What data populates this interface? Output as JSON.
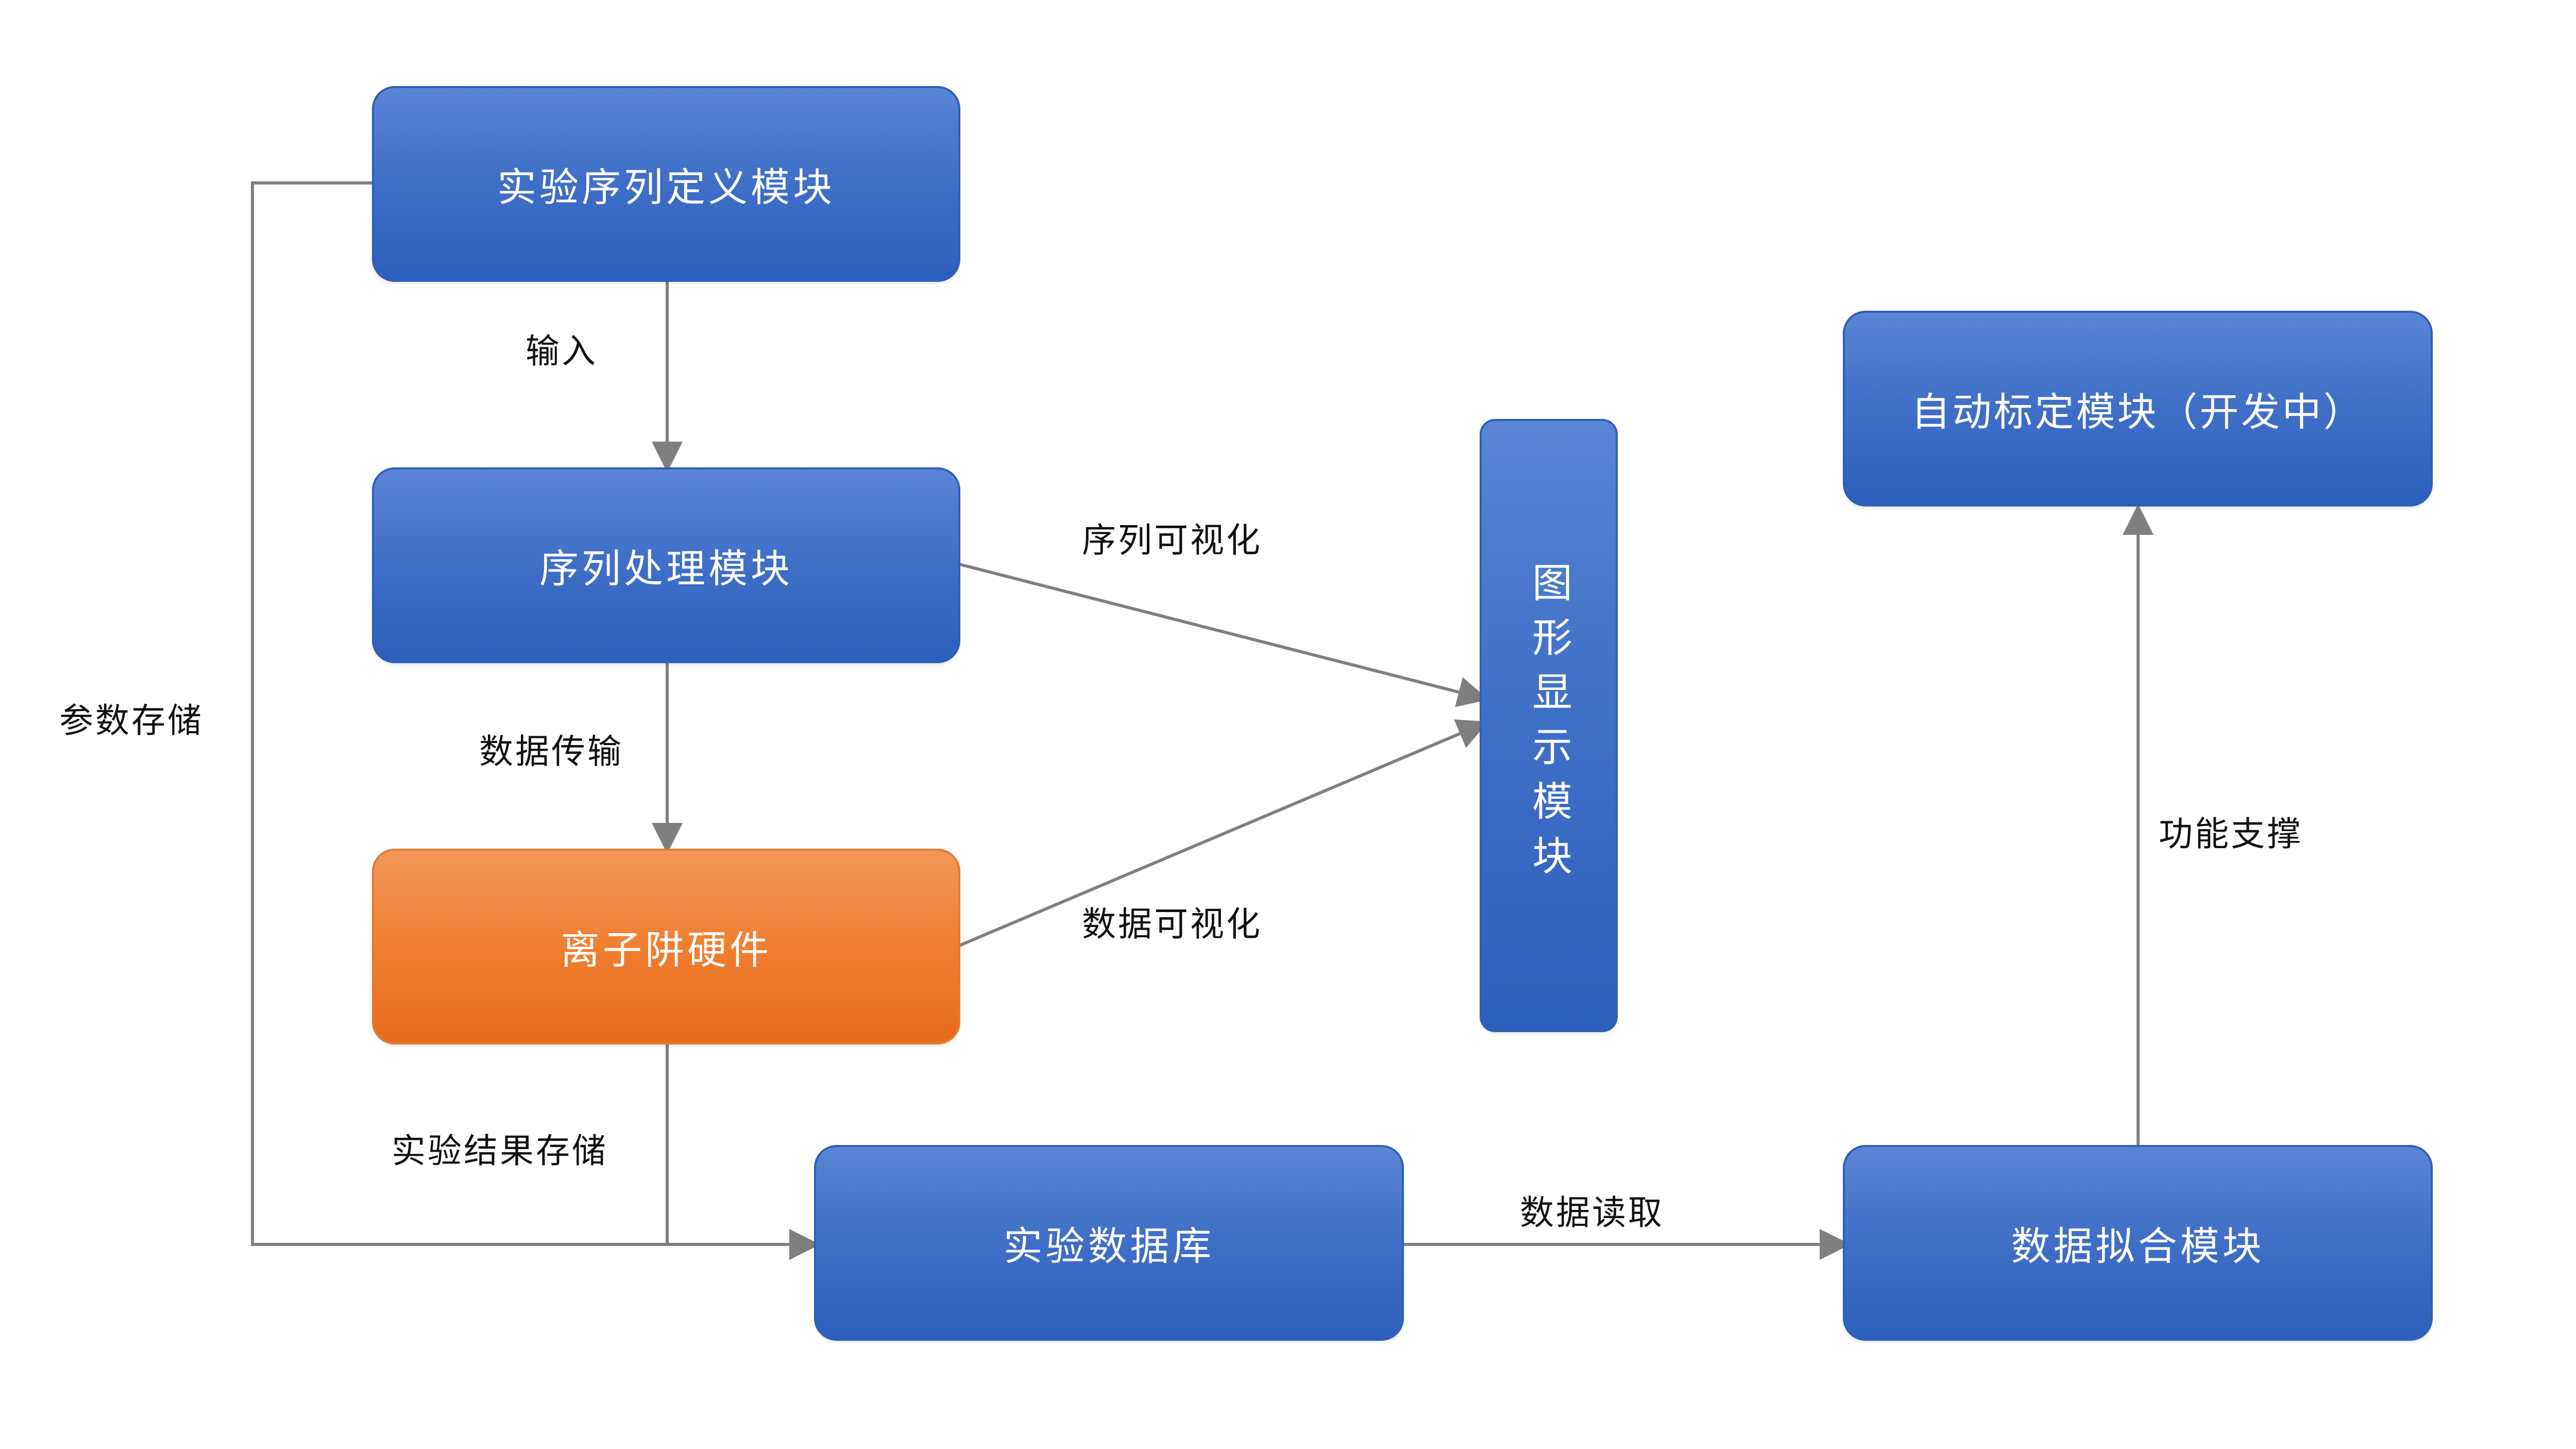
{
  "nodes": {
    "seq_def": "实验序列定义模块",
    "seq_proc": "序列处理模块",
    "ion_trap": "离子阱硬件",
    "graphics": "图形显示模块",
    "database": "实验数据库",
    "fitting": "数据拟合模块",
    "auto_calib": "自动标定模块（开发中）"
  },
  "edges": {
    "input": "输入",
    "data_transfer": "数据传输",
    "seq_visual": "序列可视化",
    "data_visual": "数据可视化",
    "param_store": "参数存储",
    "result_store": "实验结果存储",
    "data_read": "数据读取",
    "func_support": "功能支撑"
  },
  "colors": {
    "blue_node": "#4170c8",
    "orange_node": "#f07f30",
    "connector": "#7f7f7f"
  }
}
